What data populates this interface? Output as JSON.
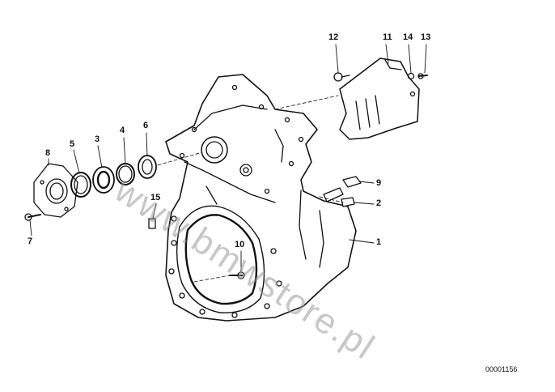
{
  "diagram": {
    "document_number": "00001156",
    "watermark": "www.bmwstore.pl",
    "callouts": [
      {
        "id": "c1",
        "label": "1"
      },
      {
        "id": "c2",
        "label": "2"
      },
      {
        "id": "c3",
        "label": "3"
      },
      {
        "id": "c4",
        "label": "4"
      },
      {
        "id": "c5",
        "label": "5"
      },
      {
        "id": "c6",
        "label": "6"
      },
      {
        "id": "c7",
        "label": "7"
      },
      {
        "id": "c8",
        "label": "8"
      },
      {
        "id": "c9",
        "label": "9"
      },
      {
        "id": "c10",
        "label": "10"
      },
      {
        "id": "c11",
        "label": "11"
      },
      {
        "id": "c12",
        "label": "12"
      },
      {
        "id": "c13",
        "label": "13"
      },
      {
        "id": "c14",
        "label": "14"
      },
      {
        "id": "c15",
        "label": "15"
      }
    ]
  }
}
